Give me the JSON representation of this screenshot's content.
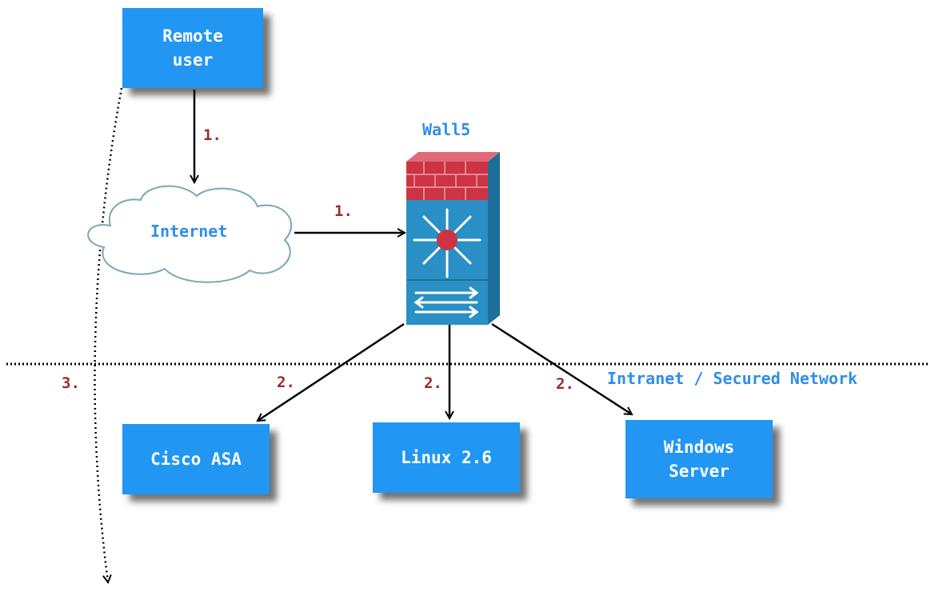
{
  "colors": {
    "box_fill": "#2196f3",
    "box_text": "#ffffff",
    "label_blue": "#2e8ee8",
    "step_red": "#9c2b2b",
    "firewall_brick": "#cc3344",
    "switch_blue": "#2a8fc4"
  },
  "icons": {
    "cloud": "cloud-icon",
    "firewall": "firewall-icon"
  },
  "nodes": {
    "remote_user": "Remote\nuser",
    "internet": "Internet",
    "wall5": "Wall5",
    "cisco_asa": "Cisco ASA",
    "linux": "Linux 2.6",
    "windows": "Windows\nServer"
  },
  "zones": {
    "intranet": "Intranet / Secured Network"
  },
  "steps": {
    "user_to_internet": "1.",
    "internet_to_wall5": "1.",
    "wall5_to_cisco": "2.",
    "wall5_to_linux": "2.",
    "wall5_to_windows": "2.",
    "bypass": "3."
  }
}
